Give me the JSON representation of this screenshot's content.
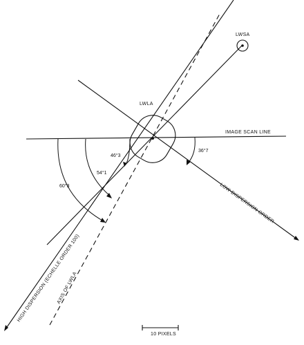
{
  "labels": {
    "lwsa": "LWSA",
    "lwla": "LWLA",
    "image_scan_line": "IMAGE SCAN LINE",
    "low_dispersion_order": "LOW-DISPERSION ORDER",
    "high_dispersion": "HIGH DISPERSION (ECHELLE ORDER 100)",
    "axis_of_lwla": "AXIS OF LWLA",
    "scale_bar": "10 PIXELS"
  },
  "angles": {
    "a1": "46°3",
    "a2": "54°1",
    "a3": "60°3",
    "a4": "36°7"
  }
}
